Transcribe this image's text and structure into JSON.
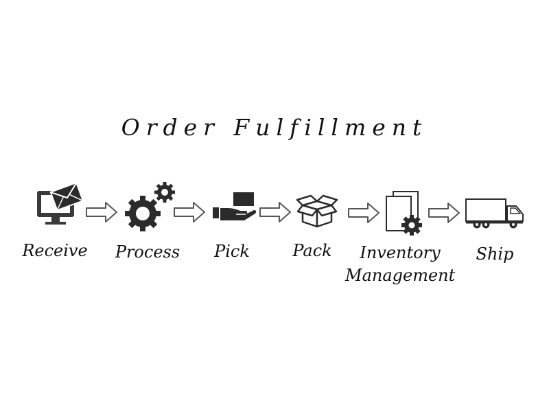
{
  "diagram": {
    "title": "Order Fulfillment",
    "steps": [
      {
        "label": "Receive",
        "icon": "computer-mail-icon"
      },
      {
        "label": "Process",
        "icon": "gears-icon"
      },
      {
        "label": "Pick",
        "icon": "hand-box-icon"
      },
      {
        "label": "Pack",
        "icon": "open-box-icon"
      },
      {
        "label": "Inventory Management",
        "icon": "documents-gear-icon"
      },
      {
        "label": "Ship",
        "icon": "truck-icon"
      }
    ],
    "connector_icon": "arrow-right-icon",
    "colors": {
      "icon": "#2b2b2b",
      "text": "#111111",
      "background": "#ffffff"
    }
  }
}
